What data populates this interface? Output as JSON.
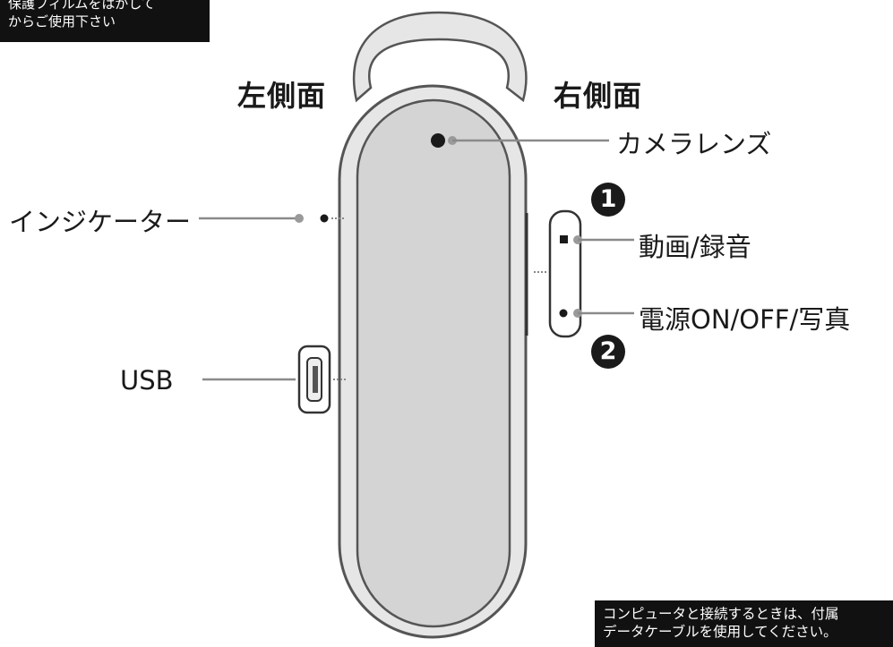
{
  "notes": {
    "top_line1": "保護フィルムをはがして",
    "top_line2": "からご使用下さい",
    "bottom_line1": "コンピュータと接続するときは、付属",
    "bottom_line2": "データケーブルを使用してください。"
  },
  "titles": {
    "left_side": "左側面",
    "right_side": "右側面"
  },
  "labels": {
    "camera_lens": "カメラレンズ",
    "indicator": "インジケーター",
    "video_audio": "動画/録音",
    "power_photo": "電源ON/OFF/写真",
    "usb": "USB"
  },
  "badges": {
    "one": "1",
    "two": "2"
  },
  "colors": {
    "device_outline": "#555555",
    "device_face": "#d4d4d4",
    "device_body": "#e6e6e6",
    "leader_line": "#8a8a8a"
  }
}
